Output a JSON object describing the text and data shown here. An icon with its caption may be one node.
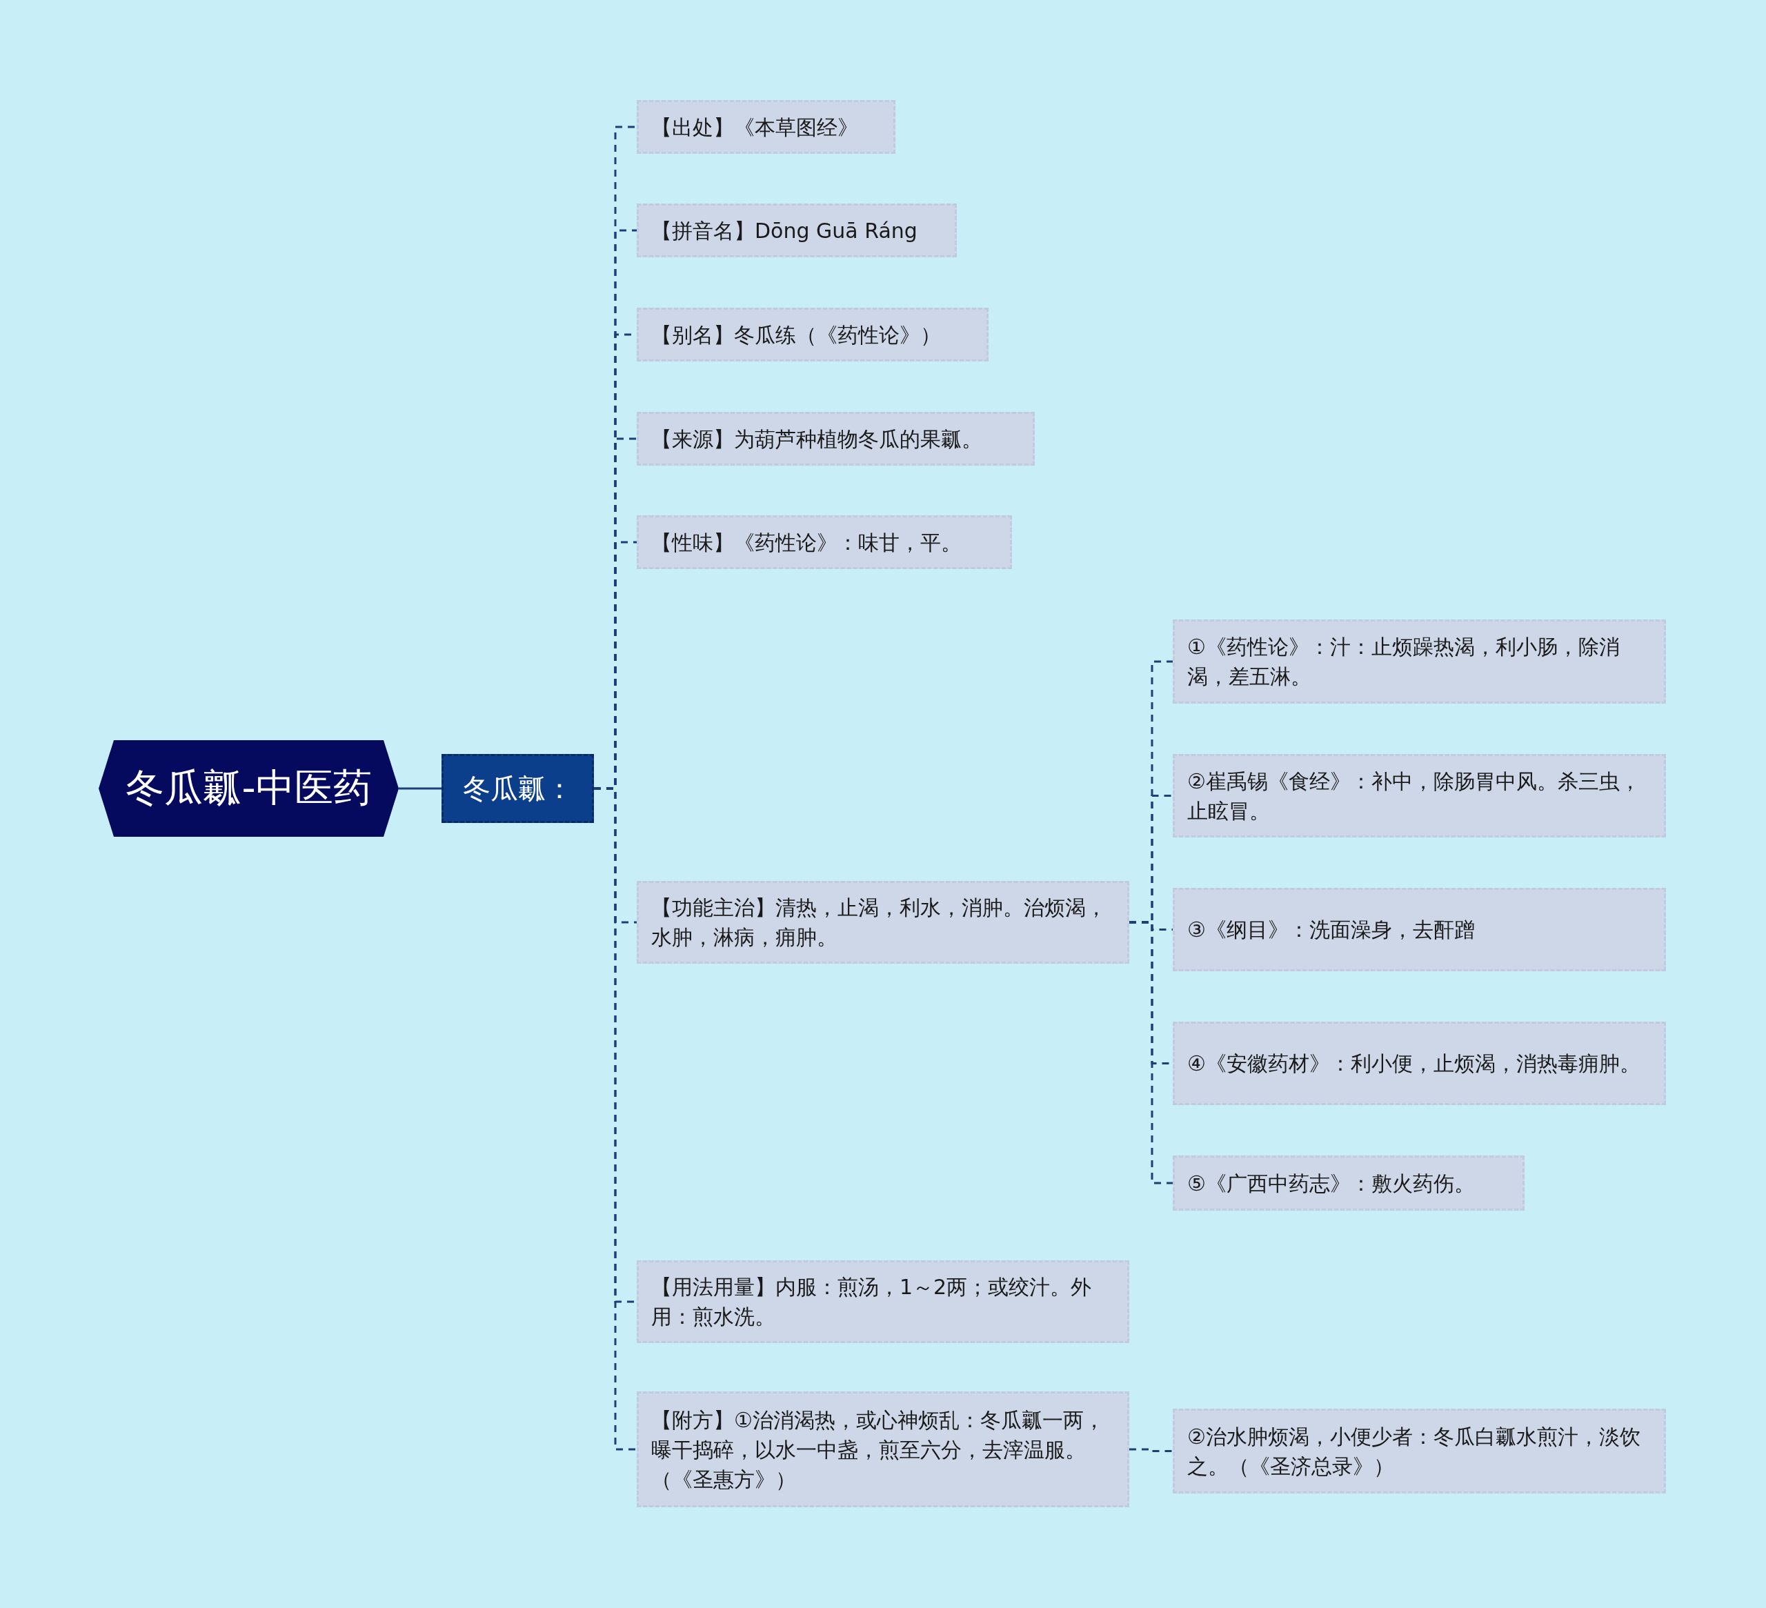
{
  "diagram": {
    "nodes": [
      {
        "text": [
          "冬瓜瓤-中医药"
        ]
      },
      {
        "text": [
          "冬瓜瓤："
        ]
      },
      {
        "text": [
          "【出处】《本草图经》"
        ]
      },
      {
        "text": [
          "【拼音名】Dōng Guā Ráng"
        ]
      },
      {
        "text": [
          "【别名】冬瓜练（《药性论》）"
        ]
      },
      {
        "text": [
          "【来源】为葫芦种植物冬瓜的果瓤。"
        ]
      },
      {
        "text": [
          "【性味】《药性论》：味甘，平。"
        ]
      },
      {
        "text": [
          "【功能主治】清热，止渴，利水，消肿。治烦渴，水肿，淋病，痈肿。"
        ]
      },
      {
        "text": [
          "①《药性论》：汁：止烦躁热渴，利小肠，除消渴，差五淋。"
        ]
      },
      {
        "text": [
          "②崔禹锡《食经》：补中，除肠胃中风。杀三虫，止眩冒。"
        ]
      },
      {
        "text": [
          "③《纲目》：洗面澡身，去酐蹭"
        ]
      },
      {
        "text": [
          "④《安徽药材》：利小便，止烦渴，消热毒痈肿。"
        ]
      },
      {
        "text": [
          "⑤《广西中药志》：敷火药伤。"
        ]
      },
      {
        "text": [
          "【用法用量】内服：煎汤，1～2两；或绞汁。外用：煎水洗。"
        ]
      },
      {
        "text": [
          "【附方】①治消渴热，或心神烦乱：冬瓜瓤一两，曝干捣碎，以水一中盏，煎至六分，去滓温服。（《圣惠方》）"
        ]
      },
      {
        "text": [
          "②治水肿烦渴，小便少者：冬瓜白瓤水煎汁，淡饮之。（《圣济总录》）"
        ]
      }
    ],
    "edges": [
      {
        "from": 0,
        "to": 1,
        "arrow": "none"
      },
      {
        "from": 1,
        "to": 2,
        "arrow": "none",
        "style": "dashed"
      },
      {
        "from": 1,
        "to": 3,
        "arrow": "none",
        "style": "dashed"
      },
      {
        "from": 1,
        "to": 4,
        "arrow": "none",
        "style": "dashed"
      },
      {
        "from": 1,
        "to": 5,
        "arrow": "none",
        "style": "dashed"
      },
      {
        "from": 1,
        "to": 6,
        "arrow": "none",
        "style": "dashed"
      },
      {
        "from": 1,
        "to": 7,
        "arrow": "none",
        "style": "dashed"
      },
      {
        "from": 7,
        "to": 8,
        "arrow": "none",
        "style": "dashed"
      },
      {
        "from": 7,
        "to": 9,
        "arrow": "none",
        "style": "dashed"
      },
      {
        "from": 7,
        "to": 10,
        "arrow": "none",
        "style": "dashed"
      },
      {
        "from": 7,
        "to": 11,
        "arrow": "none",
        "style": "dashed"
      },
      {
        "from": 7,
        "to": 12,
        "arrow": "none",
        "style": "dashed"
      },
      {
        "from": 1,
        "to": 13,
        "arrow": "none",
        "style": "dashed"
      },
      {
        "from": 1,
        "to": 14,
        "arrow": "none",
        "style": "dashed"
      },
      {
        "from": 14,
        "to": 15,
        "arrow": "none",
        "style": "dashed"
      }
    ]
  }
}
